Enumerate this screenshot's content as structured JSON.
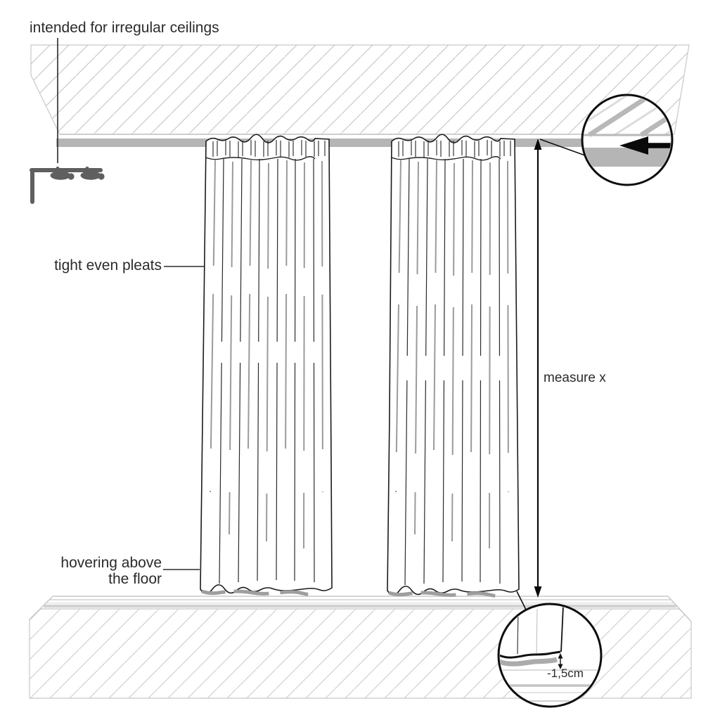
{
  "diagram": {
    "labels": {
      "ceiling_note": "intended for irregular ceilings",
      "pleats_note": "tight even pleats",
      "measure_note": "measure x",
      "hover_note": "hovering above\nthe floor",
      "hem_offset": "-1,5cm"
    },
    "icons": {
      "bracket": "ceiling-bracket-icon",
      "rail_arrow": "arrow-left-icon",
      "measure_arrow": "double-arrow-vertical-icon",
      "hem_arrow": "double-arrow-small-icon",
      "detail_top": "magnifier-circle-rail-detail",
      "detail_bottom": "magnifier-circle-hem-detail"
    },
    "colors": {
      "text": "#2b2b2b",
      "outline": "#1a1a1a",
      "rail": "#b5b5b5",
      "hatch": "#cccccc",
      "shadow": "#a0a0a0",
      "bracket": "#5f5f5f",
      "arrow": "#0a0a0a"
    }
  }
}
